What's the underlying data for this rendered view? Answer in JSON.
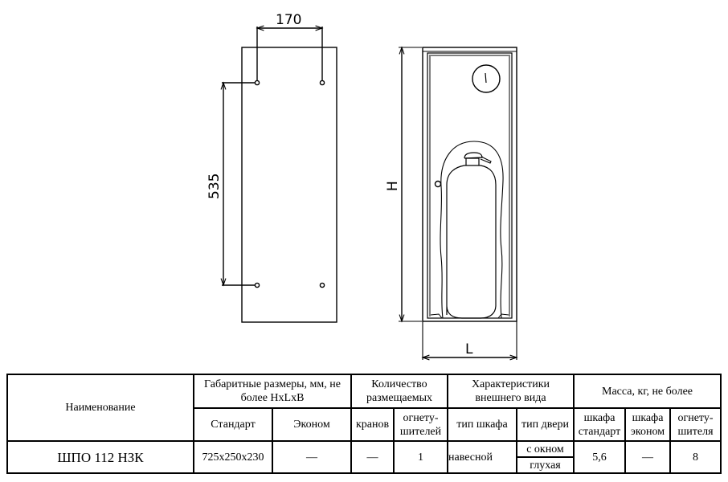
{
  "drawing": {
    "front_view": {
      "width_dimension": "170",
      "height_dimension": "535"
    },
    "side_view": {
      "height_label": "H",
      "length_label": "L"
    }
  },
  "table": {
    "headers": {
      "name": "Наименование",
      "dimensions": "Габаритные размеры, мм, не более НxLxB",
      "quantity": "Количество размещаемых",
      "appearance": "Характеристики внешнего вида",
      "mass": "Масса, кг, не более"
    },
    "subheaders": {
      "standard": "Стандарт",
      "econom": "Эконом",
      "taps": "кранов",
      "extinguishers": "огнету-шителей",
      "cabinet_type": "тип шкафа",
      "door_type": "тип двери",
      "mass_standard": "шкафа стандарт",
      "mass_econom": "шкафа эконом",
      "mass_extinguisher": "огнету-шителя"
    },
    "rows": [
      {
        "name": "ШПО 112 НЗК",
        "standard": "725x250x230",
        "econom": "—",
        "taps": "—",
        "extinguishers": "1",
        "cabinet_type": "навесной",
        "door_types": [
          "с окном",
          "глухая"
        ],
        "mass_standard": "5,6",
        "mass_econom": "—",
        "mass_extinguisher": "8"
      }
    ]
  }
}
